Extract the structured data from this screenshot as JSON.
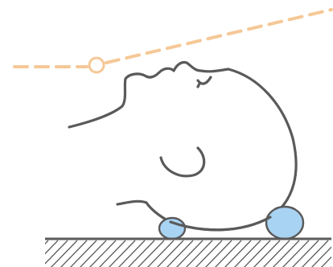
{
  "illustration": {
    "colors": {
      "outline": "#5a5a5a",
      "guide_line": "#f5c896",
      "support_fill": "#a9d3f3",
      "support_stroke": "#5a5a5a",
      "floor": "#5a5a5a",
      "background": "#ffffff"
    },
    "elements": {
      "guide_line": "dashed-reference-line",
      "pivot_marker": "circle-marker",
      "head": "head-profile-outline",
      "supports": [
        "support-pad-left",
        "support-pad-right"
      ],
      "floor": "hatched-floor-surface"
    }
  }
}
